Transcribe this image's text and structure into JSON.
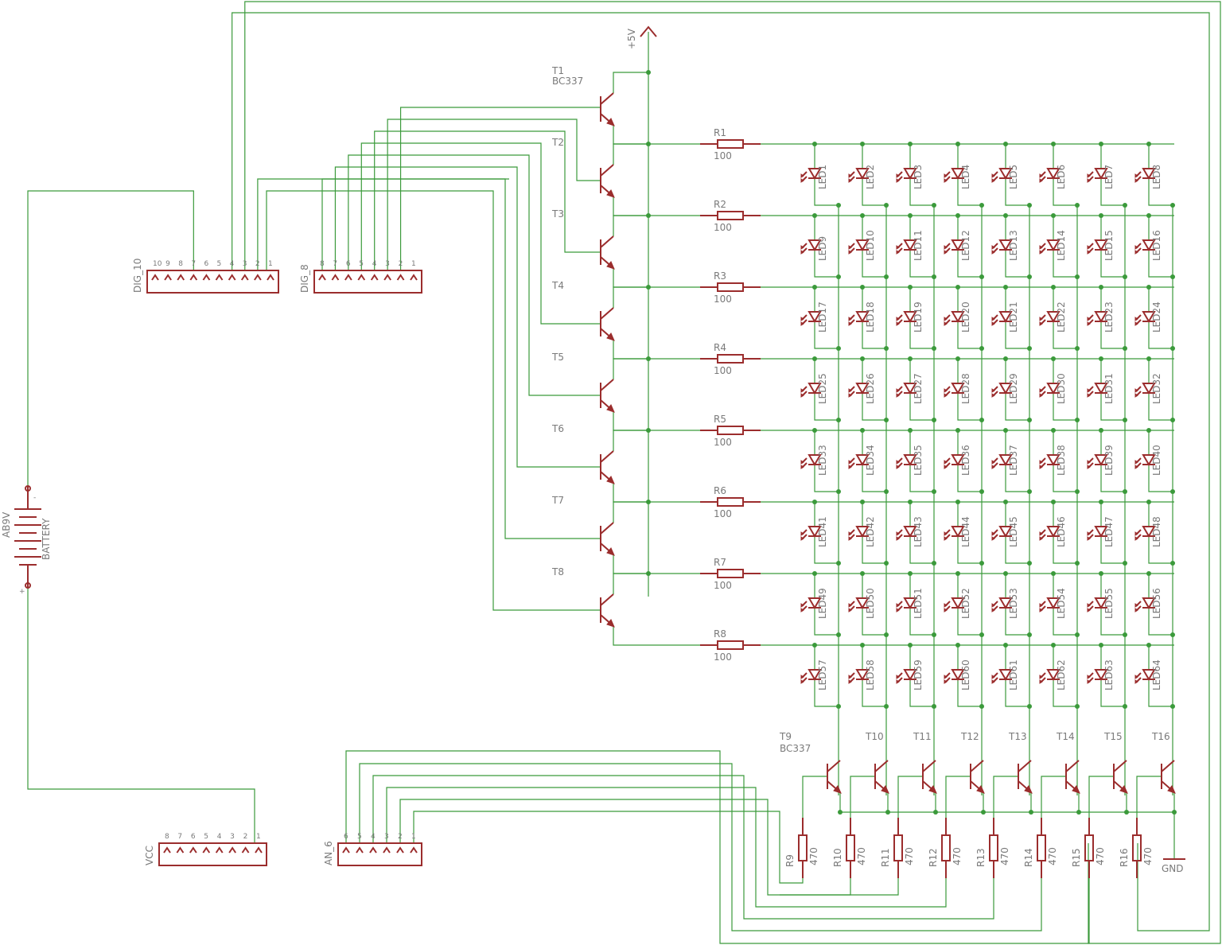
{
  "supply": {
    "vcc_label": "+5V",
    "gnd_label": "GND"
  },
  "battery": {
    "name": "AB9V",
    "type": "BATTERY",
    "plus": "+",
    "minus": "-"
  },
  "connectors": {
    "dig10": {
      "name": "DIG_10",
      "pins": [
        "10",
        "9",
        "8",
        "7",
        "6",
        "5",
        "4",
        "3",
        "2",
        "1"
      ]
    },
    "dig8": {
      "name": "DIG_8",
      "pins": [
        "8",
        "7",
        "6",
        "5",
        "4",
        "3",
        "2",
        "1"
      ]
    },
    "vcc": {
      "name": "VCC",
      "pins": [
        "8",
        "7",
        "6",
        "5",
        "4",
        "3",
        "2",
        "1"
      ]
    },
    "an6": {
      "name": "AN_6",
      "pins": [
        "6",
        "5",
        "4",
        "3",
        "2",
        "1"
      ]
    }
  },
  "row_transistors": [
    {
      "name": "T1",
      "value": "BC337"
    },
    {
      "name": "T2"
    },
    {
      "name": "T3"
    },
    {
      "name": "T4"
    },
    {
      "name": "T5"
    },
    {
      "name": "T6"
    },
    {
      "name": "T7"
    },
    {
      "name": "T8"
    }
  ],
  "row_resistors": [
    {
      "name": "R1",
      "value": "100"
    },
    {
      "name": "R2",
      "value": "100"
    },
    {
      "name": "R3",
      "value": "100"
    },
    {
      "name": "R4",
      "value": "100"
    },
    {
      "name": "R5",
      "value": "100"
    },
    {
      "name": "R6",
      "value": "100"
    },
    {
      "name": "R7",
      "value": "100"
    },
    {
      "name": "R8",
      "value": "100"
    }
  ],
  "col_transistors": [
    {
      "name": "T9",
      "value": "BC337"
    },
    {
      "name": "T10"
    },
    {
      "name": "T11"
    },
    {
      "name": "T12"
    },
    {
      "name": "T13"
    },
    {
      "name": "T14"
    },
    {
      "name": "T15"
    },
    {
      "name": "T16"
    }
  ],
  "col_resistors": [
    {
      "name": "R9",
      "value": "470"
    },
    {
      "name": "R10",
      "value": "470"
    },
    {
      "name": "R11",
      "value": "470"
    },
    {
      "name": "R12",
      "value": "470"
    },
    {
      "name": "R13",
      "value": "470"
    },
    {
      "name": "R14",
      "value": "470"
    },
    {
      "name": "R15",
      "value": "470"
    },
    {
      "name": "R16",
      "value": "470"
    }
  ],
  "led_matrix": {
    "rows": 8,
    "cols": 8,
    "prefix": "LED"
  },
  "colors": {
    "wire": "#3b9a3b",
    "component": "#9b2d2d",
    "label": "#7a7a7a"
  }
}
